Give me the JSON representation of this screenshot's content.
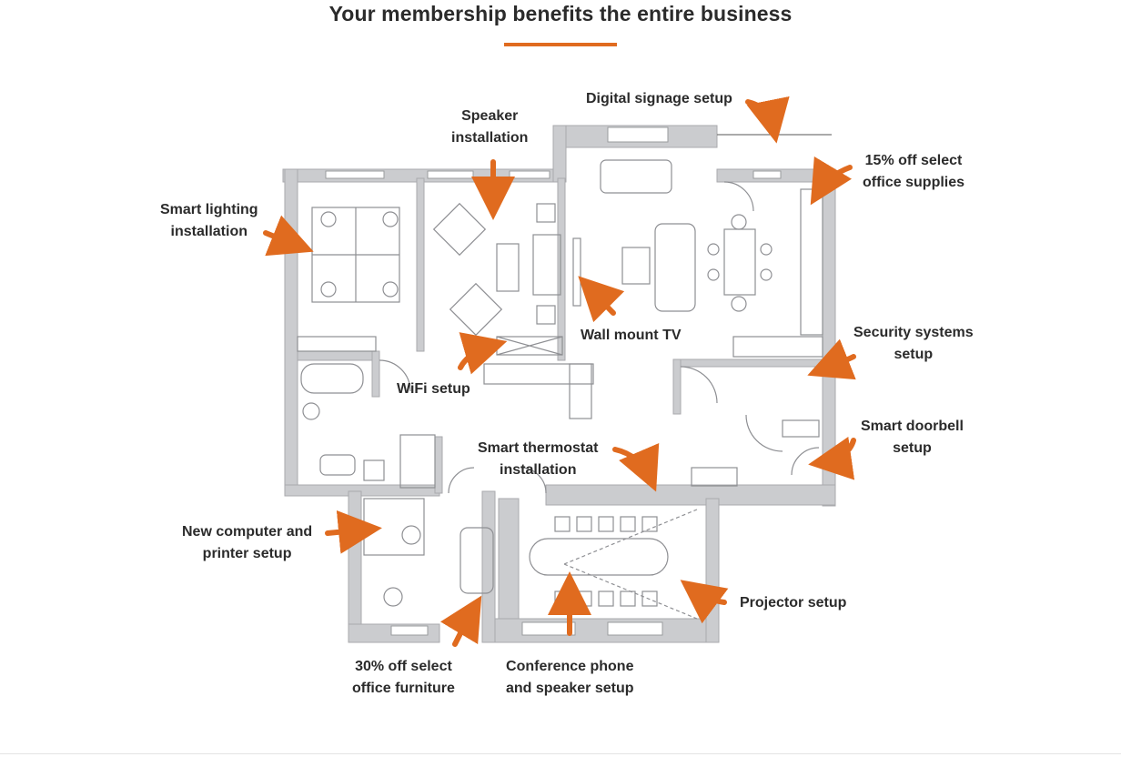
{
  "title": "Your membership benefits the entire business",
  "accent_color": "#E06B1F",
  "wall_color": "#CACBCD",
  "labels": {
    "digital_signage": "Digital signage setup",
    "speaker_install": "Speaker\ninstallation",
    "office_supplies": "15% off select\noffice supplies",
    "smart_lighting": "Smart lighting\ninstallation",
    "wall_mount_tv": "Wall mount TV",
    "security_systems": "Security systems\nsetup",
    "wifi": "WiFi setup",
    "smart_doorbell": "Smart doorbell\nsetup",
    "smart_thermostat": "Smart thermostat\ninstallation",
    "computer_printer": "New computer and\nprinter setup",
    "projector": "Projector setup",
    "office_furniture": "30% off select\noffice furniture",
    "conference_phone": "Conference phone\nand speaker setup"
  }
}
